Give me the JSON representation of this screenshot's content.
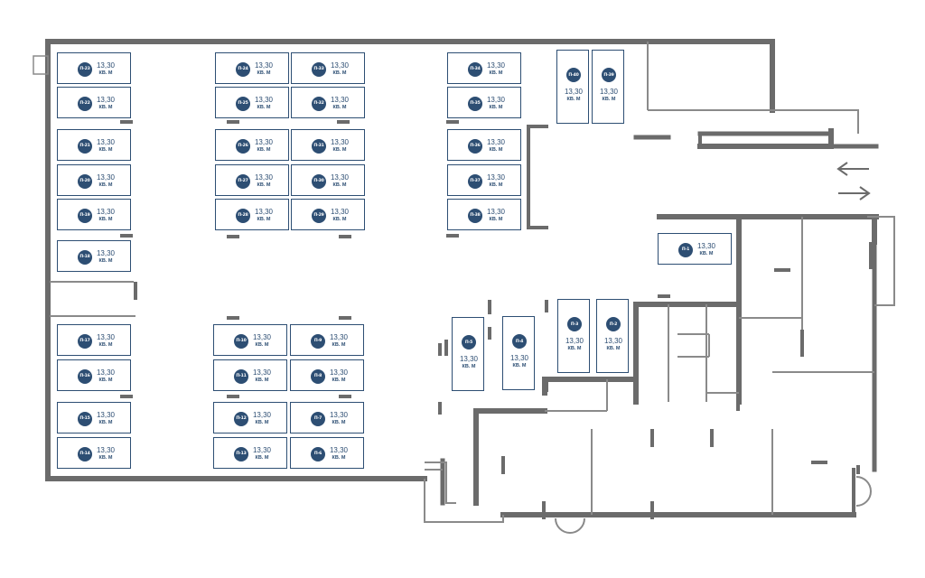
{
  "floor_plan": {
    "colors": {
      "wall": "#6b6b6b",
      "wall_thin": "#8a8a8a",
      "lot_border": "#2d4e73",
      "badge": "#2d4e73"
    },
    "lots": [
      {
        "id": "П-23",
        "area": "13,30",
        "unit": "КВ. М"
      },
      {
        "id": "П-22",
        "area": "13,30",
        "unit": "КВ. М"
      },
      {
        "id": "П-21",
        "area": "13,30",
        "unit": "КВ. М"
      },
      {
        "id": "П-20",
        "area": "13,30",
        "unit": "КВ. М"
      },
      {
        "id": "П-19",
        "area": "13,30",
        "unit": "КВ. М"
      },
      {
        "id": "П-18",
        "area": "13,30",
        "unit": "КВ. М"
      },
      {
        "id": "П-17",
        "area": "13,30",
        "unit": "КВ. М"
      },
      {
        "id": "П-16",
        "area": "13,30",
        "unit": "КВ. М"
      },
      {
        "id": "П-15",
        "area": "13,30",
        "unit": "КВ. М"
      },
      {
        "id": "П-14",
        "area": "13,30",
        "unit": "КВ. М"
      },
      {
        "id": "П-24",
        "area": "13,30",
        "unit": "КВ. М"
      },
      {
        "id": "П-25",
        "area": "13,30",
        "unit": "КВ. М"
      },
      {
        "id": "П-26",
        "area": "13,30",
        "unit": "КВ. М"
      },
      {
        "id": "П-27",
        "area": "13,30",
        "unit": "КВ. М"
      },
      {
        "id": "П-28",
        "area": "13,30",
        "unit": "КВ. М"
      },
      {
        "id": "П-33",
        "area": "13,30",
        "unit": "КВ. М"
      },
      {
        "id": "П-32",
        "area": "13,30",
        "unit": "КВ. М"
      },
      {
        "id": "П-31",
        "area": "13,30",
        "unit": "КВ. М"
      },
      {
        "id": "П-30",
        "area": "13,30",
        "unit": "КВ. М"
      },
      {
        "id": "П-29",
        "area": "13,30",
        "unit": "КВ. М"
      },
      {
        "id": "П-34",
        "area": "13,30",
        "unit": "КВ. М"
      },
      {
        "id": "П-35",
        "area": "13,30",
        "unit": "КВ. М"
      },
      {
        "id": "П-36",
        "area": "13,30",
        "unit": "КВ. М"
      },
      {
        "id": "П-37",
        "area": "13,30",
        "unit": "КВ. М"
      },
      {
        "id": "П-38",
        "area": "13,30",
        "unit": "КВ. М"
      },
      {
        "id": "П-40",
        "area": "13,30",
        "unit": "КВ. М"
      },
      {
        "id": "П-39",
        "area": "13,30",
        "unit": "КВ. М"
      },
      {
        "id": "П-10",
        "area": "13,30",
        "unit": "КВ. М"
      },
      {
        "id": "П-11",
        "area": "13,30",
        "unit": "КВ. М"
      },
      {
        "id": "П-12",
        "area": "13,30",
        "unit": "КВ. М"
      },
      {
        "id": "П-13",
        "area": "13,30",
        "unit": "КВ. М"
      },
      {
        "id": "П-9",
        "area": "13,30",
        "unit": "КВ. М"
      },
      {
        "id": "П-8",
        "area": "13,30",
        "unit": "КВ. М"
      },
      {
        "id": "П-7",
        "area": "13,30",
        "unit": "КВ. М"
      },
      {
        "id": "П-6",
        "area": "13,30",
        "unit": "КВ. М"
      },
      {
        "id": "П-5",
        "area": "13,30",
        "unit": "КВ. М"
      },
      {
        "id": "П-4",
        "area": "13,30",
        "unit": "КВ. М"
      },
      {
        "id": "П-3",
        "area": "13,30",
        "unit": "КВ. М"
      },
      {
        "id": "П-2",
        "area": "13,30",
        "unit": "КВ. М"
      },
      {
        "id": "П-1",
        "area": "13,30",
        "unit": "КВ. М"
      }
    ],
    "entrance_arrows": {
      "in": "arrow-left-icon",
      "out": "arrow-right-icon"
    }
  }
}
